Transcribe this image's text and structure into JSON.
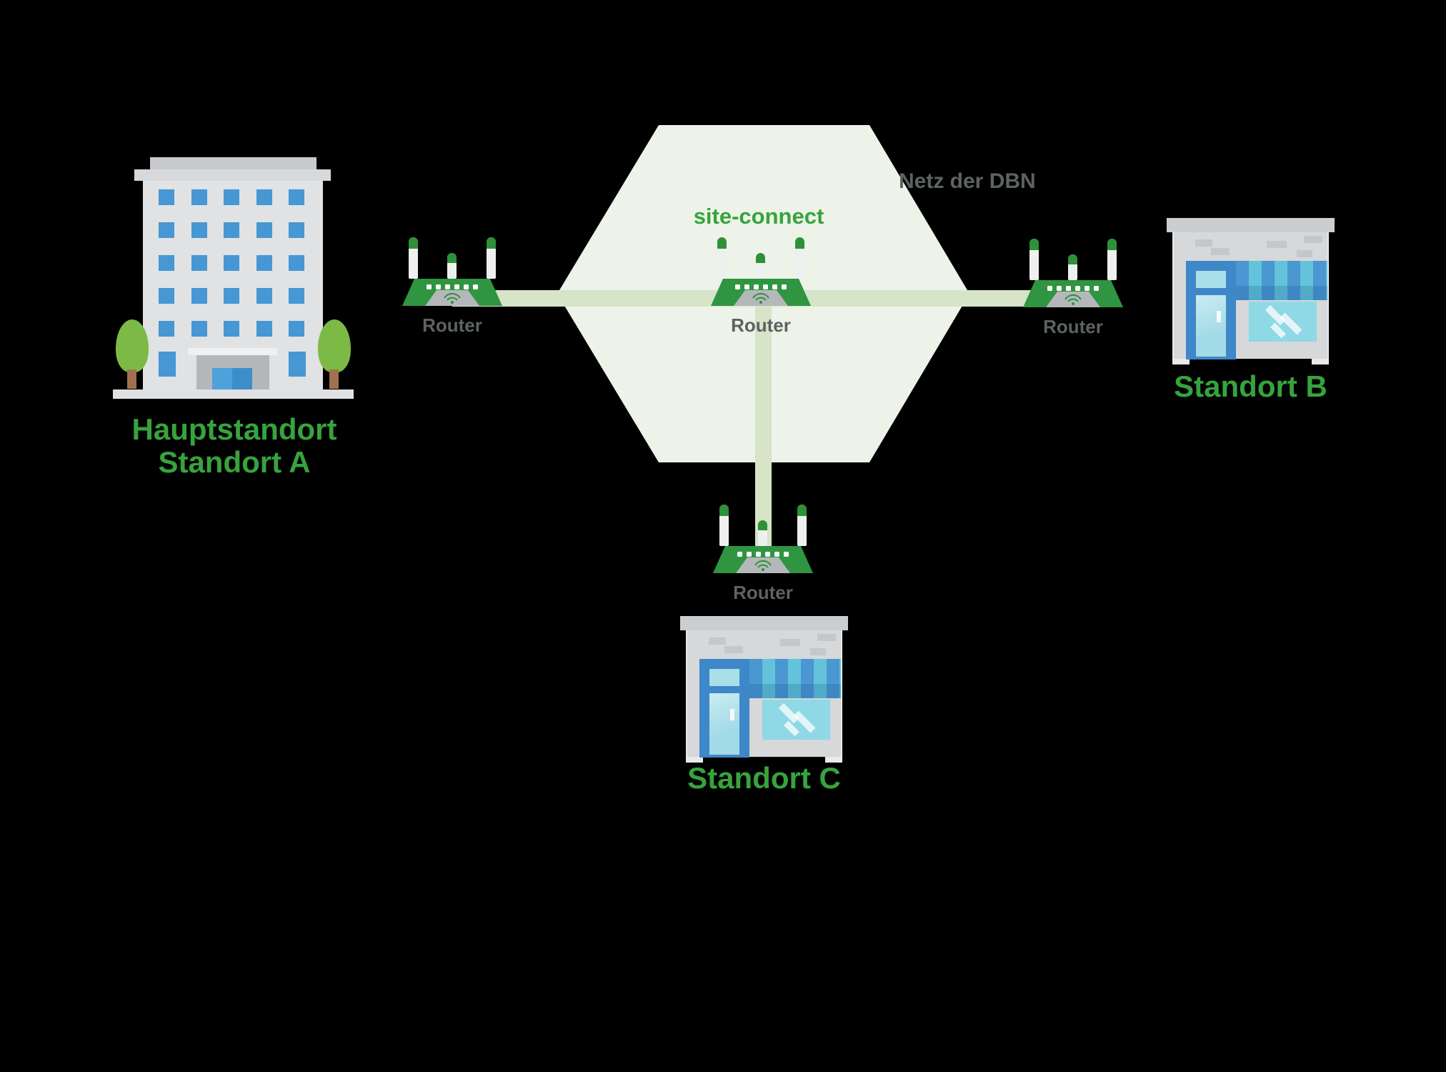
{
  "colors": {
    "background": "#000000",
    "brand_green_text": "#37a33d",
    "router_green": "#2f9540",
    "gray_text": "#5d6361",
    "hexagon_fill": "#edf3e9",
    "connection_line": "#d6e4c8",
    "window_blue": "#4697d3",
    "store_awning_dark": "#4a97d2",
    "store_awning_light": "#63c3da"
  },
  "network": {
    "title": "site-connect",
    "provider_label": "Netz der DBN"
  },
  "routers": {
    "left": {
      "label": "Router"
    },
    "center": {
      "label": "Router"
    },
    "right": {
      "label": "Router"
    },
    "bottom": {
      "label": "Router"
    }
  },
  "sites": {
    "main": {
      "line1": "Hauptstandort",
      "line2": "Standort A"
    },
    "b": {
      "label": "Standort B"
    },
    "c": {
      "label": "Standort C"
    }
  }
}
